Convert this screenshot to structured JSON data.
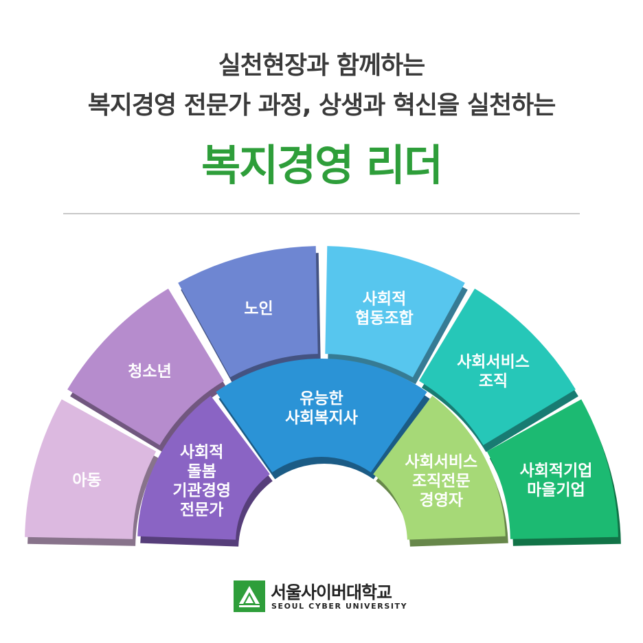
{
  "header": {
    "line1": "실천현장과 함께하는",
    "line2": "복지경영 전문가 과정, 상생과 혁신을 실천하는",
    "line3": "복지경영 리더"
  },
  "diagram": {
    "center": {
      "lines": [
        "유능한",
        "사회복지사"
      ],
      "color": "#2b93d6"
    },
    "inner": [
      {
        "lines": [
          "사회적",
          "돌봄",
          "기관경영",
          "전문가"
        ],
        "color": "#8a64c4"
      },
      {
        "lines": [
          "사회서비스",
          "조직전문",
          "경영자"
        ],
        "color": "#a6d977"
      }
    ],
    "outer": [
      {
        "lines": [
          "아동"
        ],
        "color": "#dcb9e0"
      },
      {
        "lines": [
          "청소년"
        ],
        "color": "#b68ccd"
      },
      {
        "lines": [
          "노인"
        ],
        "color": "#6e86d2"
      },
      {
        "lines": [
          "사회적",
          "협동조합"
        ],
        "color": "#57c6ee"
      },
      {
        "lines": [
          "사회서비스",
          "조직"
        ],
        "color": "#26c7b8"
      },
      {
        "lines": [
          "사회적기업",
          "마을기업"
        ],
        "color": "#1cba72"
      }
    ]
  },
  "logo": {
    "name": "서울사이버대학교",
    "english": "SEOUL CYBER UNIVERSITY",
    "color": "#2e9e3a"
  }
}
